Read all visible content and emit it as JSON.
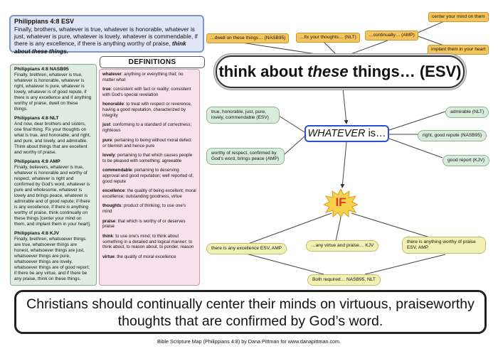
{
  "verse": {
    "title": "Philippians 4:8 ESV",
    "text": "Finally, brothers, whatever is true, whatever is honorable, whatever is just, whatever is pure, whatever is lovely, whatever is commendable, if there is any excellence, if there is anything worthy of praise,",
    "emphasis": "think about these things."
  },
  "definitions_title": "DEFINITIONS",
  "versions": [
    {
      "heading": "Philippians 4:8 NASB95",
      "text": "Finally, brethren, whatever is true, whatever is honorable, whatever is right, whatever is pure, whatever is lovely, whatever is of good repute, if there is any excellence and if anything worthy of praise, dwell on these things."
    },
    {
      "heading": "Philippians 4:8 NLT",
      "text": "And now, dear brothers and sisters, one final thing. Fix your thoughts on what is true, and honorable, and right, and pure, and lovely, and admirable. Think about things that are excellent and worthy of praise."
    },
    {
      "heading": "Philippians 4:8 AMP",
      "text": "Finally, believers, whatever is true, whatever is honorable and worthy of respect, whatever is right and confirmed by God's word, whatever is pure and wholesome, whatever is lovely and brings peace, whatever is admirable and of good repute; if there is any excellence, if there is anything worthy of praise, think continually on these things [center your mind on them, and implant them in your heart]."
    },
    {
      "heading": "Philippians 4:8 KJV",
      "text": "Finally, brethren, whatsoever things are true, whatsoever things are honest, whatsoever things are just, whatsoever things are pure, whatsoever things are lovely, whatsoever things are of good report; if there be any virtue, and if there be any praise, think on these things."
    }
  ],
  "definitions": [
    {
      "term": "whatever",
      "def": ": anything or everything that; no matter what"
    },
    {
      "term": "true",
      "def": ": consistent with fact or reality; consistent with God's special revelation"
    },
    {
      "term": "honorable",
      "def": ": to treat with respect or reverence, having a good reputation, characterized by integrity"
    },
    {
      "term": "just",
      "def": ": conforming to a standard of correctness; righteous"
    },
    {
      "term": "pure",
      "def": ": pertaining to being without moral defect or blemish and hence pure"
    },
    {
      "term": "lovely",
      "def": ": pertaining to that which causes people to be pleased with something; agreeable"
    },
    {
      "term": "commendable",
      "def": ": pertaining to deserving approval and good reputation; well reported of, good repute"
    },
    {
      "term": "excellence",
      "def": ": the quality of being excellent; moral excellence; outstanding goodness, virtue"
    },
    {
      "term": "thoughts",
      "def": ": product of thinking; to use one's mind"
    },
    {
      "term": "praise",
      "def": ": that which is worthy of or deserves praise"
    },
    {
      "term": "think",
      "def": ": to use one's mind; to think about something in a detailed and logical manner; to think about, to reason about, to ponder, reason"
    },
    {
      "term": "virtue",
      "def": ": the quality of moral excellence"
    }
  ],
  "main_title": {
    "before": "think about ",
    "italic": "these",
    "after": " things… (ESV)"
  },
  "top_tags": {
    "dwell": "…dwell on these things… (NASB95)",
    "fix": "…fix your thoughts… (NLT)",
    "continually": "…continually… (AMP)",
    "center": "center your mind on them",
    "implant": "implant them in your heart"
  },
  "whatever_node": {
    "italic": "WHATEVER",
    "rest": " is…"
  },
  "green_nodes": {
    "true_list": "true, honorable, just, pure, lovely, commendable (ESV)",
    "worthy": "worthy of respect, confirmed by God's word, brings peace (AMP)",
    "admirable": "admirable (NLT)",
    "right": "right, good repute (NASB95)",
    "good_report": "good report (KJV)"
  },
  "if_label": "IF",
  "yellow_nodes": {
    "excellence": "there is any excellence ESV, AMP",
    "virtue": "…any virtue and praise… KJV",
    "worthy_praise": "there is anything worthy of praise ESV, AMP",
    "both": "Both required… NASB95, NLT"
  },
  "summary": "Christians should continually center their minds on virtuous, praiseworthy thoughts that are confirmed by God’s word.",
  "footer": "Bible Scripture Map (Philippians 4:8) by Dana Pittman for www.danapittman.com.",
  "colors": {
    "whatever_border": "#2a4fd6",
    "if_fill": "#f6d24a",
    "if_text": "#e23a2a",
    "tag_orange": "#f6c45c",
    "node_green": "#d9ecd9",
    "node_yellow": "#f2f0b4"
  }
}
